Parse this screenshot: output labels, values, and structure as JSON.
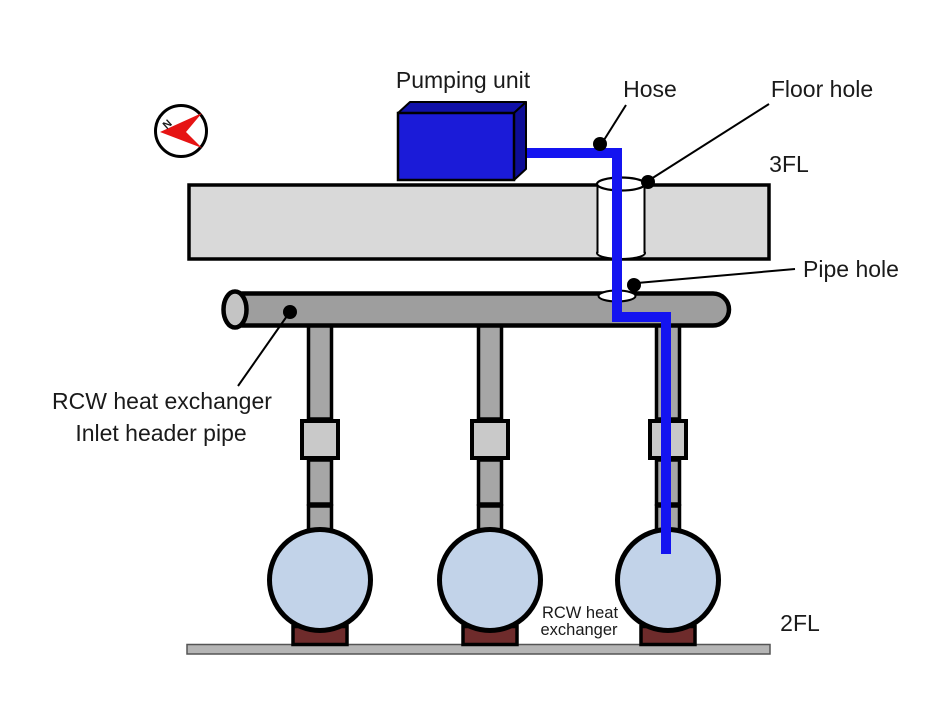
{
  "diagram": {
    "labels": {
      "pumping_unit": "Pumping unit",
      "hose": "Hose",
      "floor_hole": "Floor hole",
      "floor_3": "3FL",
      "pipe_hole": "Pipe hole",
      "inlet_header_line1": "RCW heat exchanger",
      "inlet_header_line2": "Inlet header pipe",
      "rcw_exchanger_line1": "RCW heat",
      "rcw_exchanger_line2": "exchanger",
      "floor_2": "2FL",
      "compass_north": "N"
    },
    "colors": {
      "pump_front": "#1B1BD8",
      "pump_top": "#1111A8",
      "pump_side": "#0D0D96",
      "hose": "#1414F0",
      "slab": "#D9D9D9",
      "header_pipe": "#9E9E9E",
      "pipe_cap": "#C4C4C4",
      "riser": "#A6A6A6",
      "flange": "#C9C9C9",
      "sphere": "#C2D3E9",
      "pedestal": "#6E2B2B",
      "floor_2fl": "#B5B5B5",
      "compass_arrow": "#E61414"
    }
  }
}
